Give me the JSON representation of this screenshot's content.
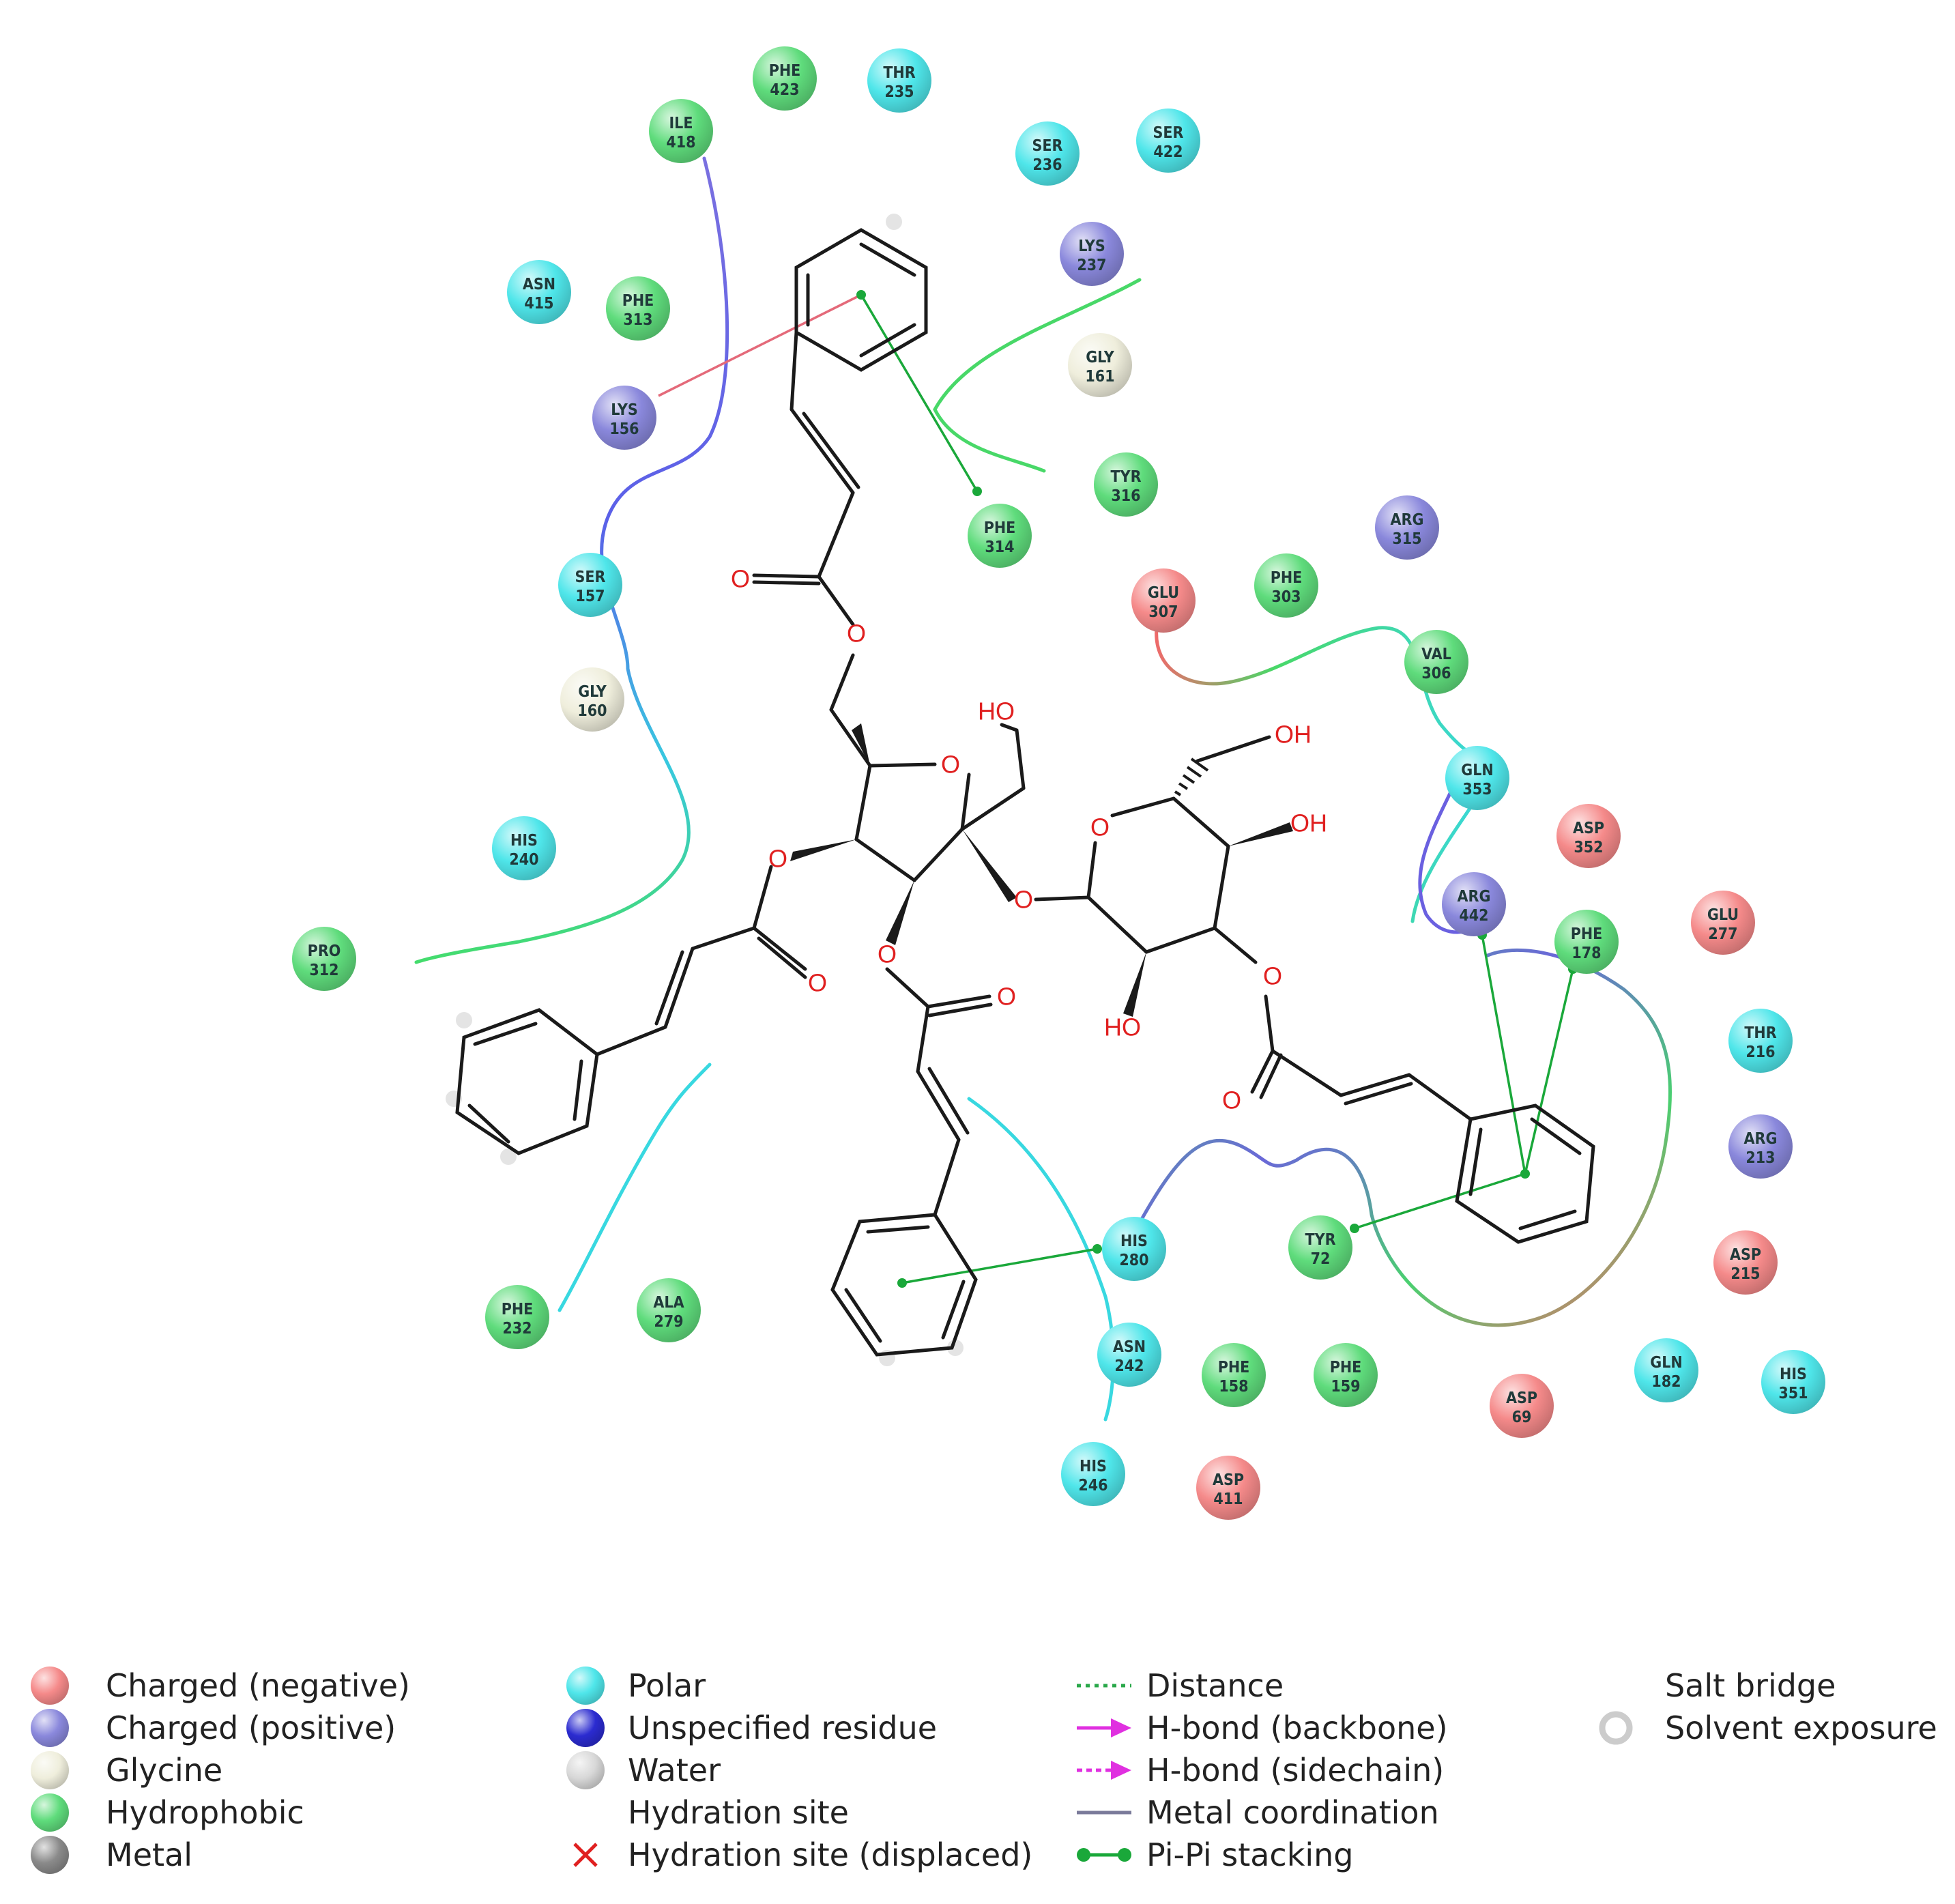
{
  "colors": {
    "negative": "#f58a8a",
    "positive": "#8a88dc",
    "glycine": "#efeedc",
    "hydrophobic": "#5fdc7c",
    "polar": "#4fe6ea",
    "unspecified": "#2b2bd0",
    "water": "#d8d8d8",
    "metal": "#8a8a8a",
    "pipi": "#1aa83a",
    "distance": "#2aa84a",
    "hbond": "#e030e0",
    "cation_pi": "#e07080"
  },
  "residues": [
    {
      "id": "PHE 423",
      "name": "PHE",
      "num": "423",
      "type": "hydrophobic"
    },
    {
      "id": "THR 235",
      "name": "THR",
      "num": "235",
      "type": "polar"
    },
    {
      "id": "ILE 418",
      "name": "ILE",
      "num": "418",
      "type": "hydrophobic"
    },
    {
      "id": "SER 236",
      "name": "SER",
      "num": "236",
      "type": "polar"
    },
    {
      "id": "SER 422",
      "name": "SER",
      "num": "422",
      "type": "polar"
    },
    {
      "id": "LYS 237",
      "name": "LYS",
      "num": "237",
      "type": "positive"
    },
    {
      "id": "ASN 415",
      "name": "ASN",
      "num": "415",
      "type": "polar"
    },
    {
      "id": "PHE 313",
      "name": "PHE",
      "num": "313",
      "type": "hydrophobic"
    },
    {
      "id": "GLY 161",
      "name": "GLY",
      "num": "161",
      "type": "glycine"
    },
    {
      "id": "LYS 156",
      "name": "LYS",
      "num": "156",
      "type": "positive"
    },
    {
      "id": "TYR 316",
      "name": "TYR",
      "num": "316",
      "type": "hydrophobic"
    },
    {
      "id": "PHE 314",
      "name": "PHE",
      "num": "314",
      "type": "hydrophobic"
    },
    {
      "id": "ARG 315",
      "name": "ARG",
      "num": "315",
      "type": "positive"
    },
    {
      "id": "SER 157",
      "name": "SER",
      "num": "157",
      "type": "polar"
    },
    {
      "id": "GLU 307",
      "name": "GLU",
      "num": "307",
      "type": "negative"
    },
    {
      "id": "PHE 303",
      "name": "PHE",
      "num": "303",
      "type": "hydrophobic"
    },
    {
      "id": "VAL 306",
      "name": "VAL",
      "num": "306",
      "type": "hydrophobic"
    },
    {
      "id": "GLY 160",
      "name": "GLY",
      "num": "160",
      "type": "glycine"
    },
    {
      "id": "GLN 353",
      "name": "GLN",
      "num": "353",
      "type": "polar"
    },
    {
      "id": "HIS 240",
      "name": "HIS",
      "num": "240",
      "type": "polar"
    },
    {
      "id": "ASP 352",
      "name": "ASP",
      "num": "352",
      "type": "negative"
    },
    {
      "id": "ARG 442",
      "name": "ARG",
      "num": "442",
      "type": "positive"
    },
    {
      "id": "PHE 178",
      "name": "PHE",
      "num": "178",
      "type": "hydrophobic"
    },
    {
      "id": "GLU 277",
      "name": "GLU",
      "num": "277",
      "type": "negative"
    },
    {
      "id": "PRO 312",
      "name": "PRO",
      "num": "312",
      "type": "hydrophobic"
    },
    {
      "id": "THR 216",
      "name": "THR",
      "num": "216",
      "type": "polar"
    },
    {
      "id": "ARG 213",
      "name": "ARG",
      "num": "213",
      "type": "positive"
    },
    {
      "id": "HIS 280",
      "name": "HIS",
      "num": "280",
      "type": "polar"
    },
    {
      "id": "TYR 72",
      "name": "TYR",
      "num": "72",
      "type": "hydrophobic"
    },
    {
      "id": "ASP 215",
      "name": "ASP",
      "num": "215",
      "type": "negative"
    },
    {
      "id": "PHE 232",
      "name": "PHE",
      "num": "232",
      "type": "hydrophobic"
    },
    {
      "id": "ALA 279",
      "name": "ALA",
      "num": "279",
      "type": "hydrophobic"
    },
    {
      "id": "ASN 242",
      "name": "ASN",
      "num": "242",
      "type": "polar"
    },
    {
      "id": "PHE 158",
      "name": "PHE",
      "num": "158",
      "type": "hydrophobic"
    },
    {
      "id": "PHE 159",
      "name": "PHE",
      "num": "159",
      "type": "hydrophobic"
    },
    {
      "id": "GLN 182",
      "name": "GLN",
      "num": "182",
      "type": "polar"
    },
    {
      "id": "HIS 351",
      "name": "HIS",
      "num": "351",
      "type": "polar"
    },
    {
      "id": "ASP 69",
      "name": "ASP",
      "num": "69",
      "type": "negative"
    },
    {
      "id": "HIS 246",
      "name": "HIS",
      "num": "246",
      "type": "polar"
    },
    {
      "id": "ASP 411",
      "name": "ASP",
      "num": "411",
      "type": "negative"
    }
  ],
  "atom_labels": {
    "o": "O",
    "ho": "HO",
    "oh": "OH"
  },
  "legend": {
    "col1": [
      {
        "label": "Charged (negative)",
        "marker": "negative"
      },
      {
        "label": "Charged (positive)",
        "marker": "positive"
      },
      {
        "label": "Glycine",
        "marker": "glycine"
      },
      {
        "label": "Hydrophobic",
        "marker": "hydrophobic"
      },
      {
        "label": "Metal",
        "marker": "metal"
      }
    ],
    "col2": [
      {
        "label": "Polar",
        "marker": "polar"
      },
      {
        "label": "Unspecified residue",
        "marker": "unspecified"
      },
      {
        "label": "Water",
        "marker": "water"
      },
      {
        "label": "Hydration site",
        "marker": "none"
      },
      {
        "label": "Hydration site (displaced)",
        "marker": "cross"
      }
    ],
    "col3": [
      {
        "label": "Distance",
        "marker": "distance"
      },
      {
        "label": "H-bond (backbone)",
        "marker": "hbond-backbone"
      },
      {
        "label": "H-bond (sidechain)",
        "marker": "hbond-sidechain"
      },
      {
        "label": "Metal coordination",
        "marker": "metal-coord"
      },
      {
        "label": "Pi-Pi stacking",
        "marker": "pipi"
      }
    ],
    "col4": [
      {
        "label": "Salt bridge",
        "marker": "salt-bridge"
      },
      {
        "label": "Solvent exposure",
        "marker": "solvent"
      }
    ]
  }
}
